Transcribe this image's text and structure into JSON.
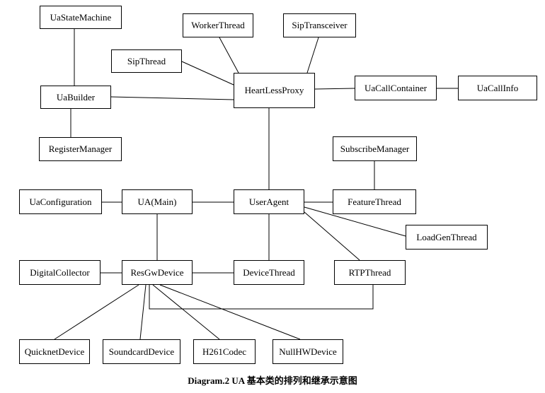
{
  "diagram": {
    "caption": "Diagram.2 UA 基本类的排列和继承示意图",
    "nodes": [
      {
        "id": "UaStateMachine",
        "label": "UaStateMachine"
      },
      {
        "id": "WorkerThread",
        "label": "WorkerThread"
      },
      {
        "id": "SipTransceiver",
        "label": "SipTransceiver"
      },
      {
        "id": "SipThread",
        "label": "SipThread"
      },
      {
        "id": "HeartLessProxy",
        "label": "HeartLessProxy"
      },
      {
        "id": "UaCallContainer",
        "label": "UaCallContainer"
      },
      {
        "id": "UaCallInfo",
        "label": "UaCallInfo"
      },
      {
        "id": "UaBuilder",
        "label": "UaBuilder"
      },
      {
        "id": "RegisterManager",
        "label": "RegisterManager"
      },
      {
        "id": "SubscribeManager",
        "label": "SubscribeManager"
      },
      {
        "id": "UaConfiguration",
        "label": "UaConfiguration"
      },
      {
        "id": "UAMain",
        "label": "UA(Main)"
      },
      {
        "id": "UserAgent",
        "label": "UserAgent"
      },
      {
        "id": "FeatureThread",
        "label": "FeatureThread"
      },
      {
        "id": "LoadGenThread",
        "label": "LoadGenThread"
      },
      {
        "id": "DigitalCollector",
        "label": "DigitalCollector"
      },
      {
        "id": "ResGwDevice",
        "label": "ResGwDevice"
      },
      {
        "id": "DeviceThread",
        "label": "DeviceThread"
      },
      {
        "id": "RTPThread",
        "label": "RTPThread"
      },
      {
        "id": "QuicknetDevice",
        "label": "QuicknetDevice"
      },
      {
        "id": "SoundcardDevice",
        "label": "SoundcardDevice"
      },
      {
        "id": "H261Codec",
        "label": "H261Codec"
      },
      {
        "id": "NullHWDevice",
        "label": "NullHWDevice"
      }
    ],
    "edges": [
      {
        "from": "UaStateMachine",
        "to": "UaBuilder"
      },
      {
        "from": "UaBuilder",
        "to": "RegisterManager"
      },
      {
        "from": "UaBuilder",
        "to": "HeartLessProxy"
      },
      {
        "from": "SipThread",
        "to": "HeartLessProxy"
      },
      {
        "from": "WorkerThread",
        "to": "HeartLessProxy"
      },
      {
        "from": "SipTransceiver",
        "to": "HeartLessProxy"
      },
      {
        "from": "HeartLessProxy",
        "to": "UaCallContainer"
      },
      {
        "from": "UaCallContainer",
        "to": "UaCallInfo"
      },
      {
        "from": "HeartLessProxy",
        "to": "UserAgent"
      },
      {
        "from": "UaConfiguration",
        "to": "UAMain"
      },
      {
        "from": "UAMain",
        "to": "UserAgent"
      },
      {
        "from": "UserAgent",
        "to": "FeatureThread"
      },
      {
        "from": "SubscribeManager",
        "to": "FeatureThread"
      },
      {
        "from": "UserAgent",
        "to": "LoadGenThread"
      },
      {
        "from": "UserAgent",
        "to": "DeviceThread"
      },
      {
        "from": "UserAgent",
        "to": "RTPThread"
      },
      {
        "from": "UAMain",
        "to": "ResGwDevice"
      },
      {
        "from": "DigitalCollector",
        "to": "ResGwDevice"
      },
      {
        "from": "ResGwDevice",
        "to": "DeviceThread"
      },
      {
        "from": "ResGwDevice",
        "to": "QuicknetDevice"
      },
      {
        "from": "ResGwDevice",
        "to": "SoundcardDevice"
      },
      {
        "from": "ResGwDevice",
        "to": "H261Codec"
      },
      {
        "from": "ResGwDevice",
        "to": "NullHWDevice"
      },
      {
        "from": "ResGwDevice",
        "to": "RTPThread"
      }
    ]
  }
}
